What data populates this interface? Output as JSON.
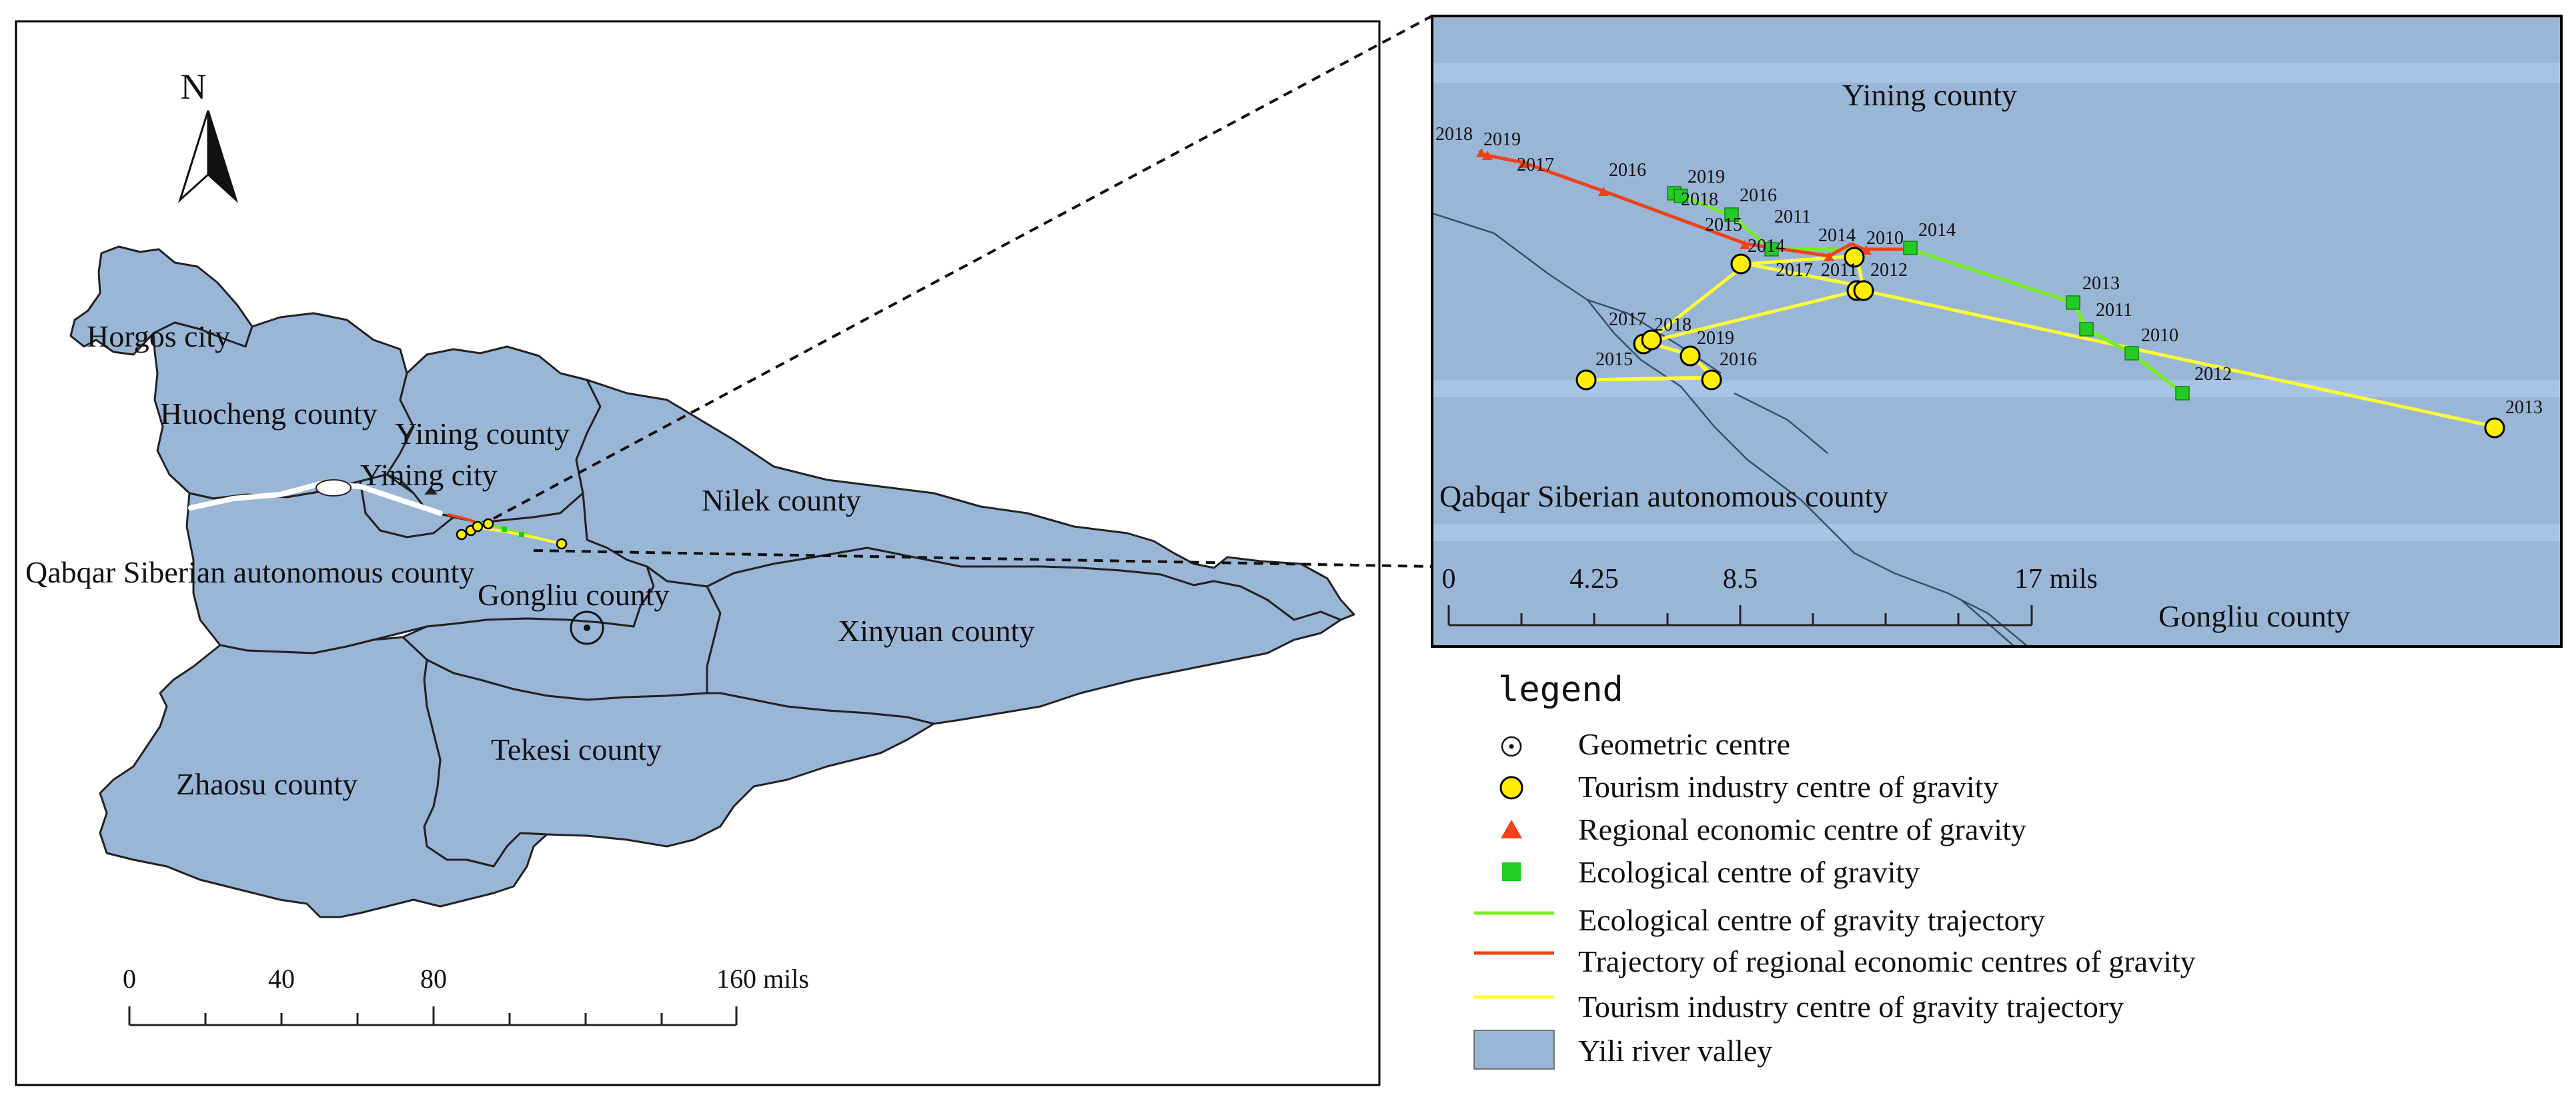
{
  "colors": {
    "region_fill": "#9ab6d6",
    "boundary": "#222222",
    "river": "#3c4e66",
    "tourism_marker": "#ffee00",
    "economic_trajectory": "#f0421a",
    "ecological_marker": "#22cc22",
    "ecological_trajectory": "#77ee22",
    "tourism_trajectory": "#ffff33"
  },
  "main_map": {
    "north_label": "N",
    "county_labels": [
      "Horgos city",
      "Huocheng county",
      "Yining county",
      "Yining city",
      "Nilek county",
      "Qabqar Siberian autonomous county",
      "Gongliu county",
      "Xinyuan county",
      "Tekesi county",
      "Zhaosu county"
    ],
    "scale_bar": {
      "ticks": [
        "0",
        "40",
        "80",
        "160 mils"
      ]
    }
  },
  "inset_map": {
    "place_labels": [
      "Yining county",
      "Qabqar Siberian autonomous county",
      "Gongliu county"
    ],
    "scale_bar": {
      "ticks": [
        "0",
        "4.25",
        "8.5",
        "17 mils"
      ]
    },
    "economic_years": [
      "2018",
      "2019",
      "2017",
      "2016",
      "2014",
      "2010"
    ],
    "ecological_years": [
      "2019",
      "2018",
      "2016",
      "2011",
      "2015",
      "2014",
      "2013",
      "2011",
      "2010",
      "2012"
    ],
    "tourism_years": [
      "2014",
      "2017",
      "2011",
      "2012",
      "2017",
      "2018",
      "2019",
      "2015",
      "2016",
      "2013"
    ]
  },
  "legend": {
    "title": "legend",
    "items": [
      {
        "symbol": "geometric-centre",
        "label": "Geometric centre"
      },
      {
        "symbol": "tourism-point",
        "label": "Tourism industry centre of gravity"
      },
      {
        "symbol": "economic-point",
        "label": "Regional economic centre of gravity"
      },
      {
        "symbol": "ecological-point",
        "label": "Ecological centre of gravity"
      },
      {
        "symbol": "ecological-line",
        "label": "Ecological centre of gravity trajectory"
      },
      {
        "symbol": "economic-line",
        "label": "Trajectory of regional economic centres of gravity"
      },
      {
        "symbol": "tourism-line",
        "label": "Tourism industry centre of gravity trajectory"
      },
      {
        "symbol": "region-patch",
        "label": "Yili river valley"
      }
    ]
  }
}
